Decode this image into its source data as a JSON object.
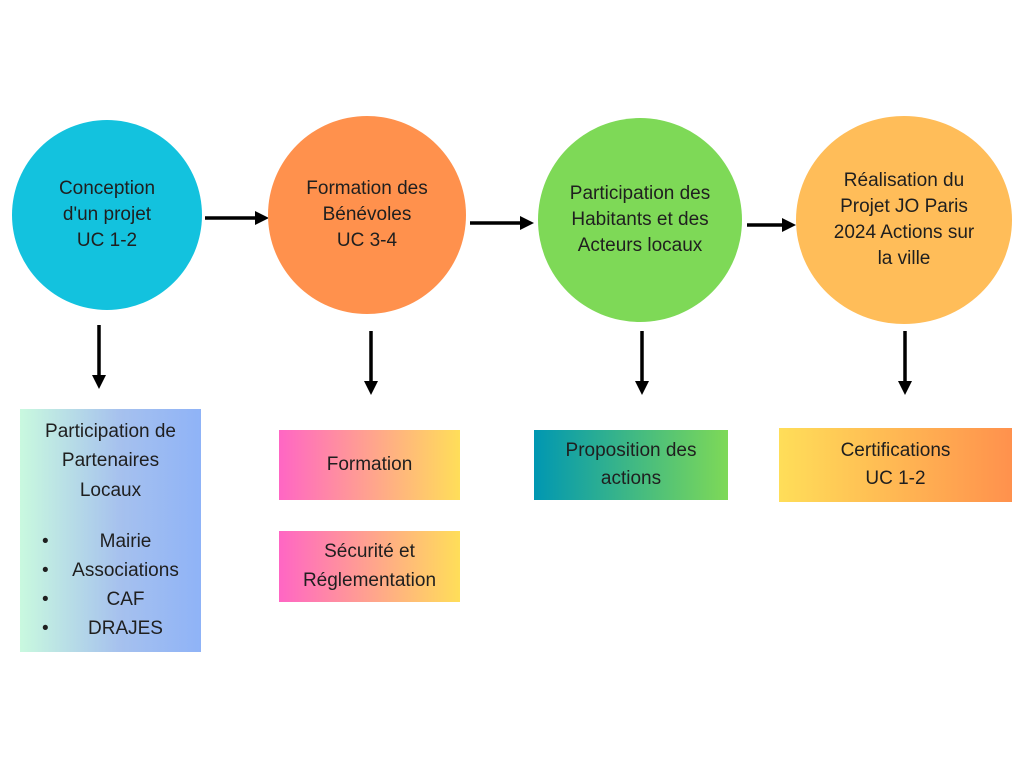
{
  "colors": {
    "circle_1": "#13C2DE",
    "circle_2": "#FF914D",
    "circle_3": "#7ED957",
    "circle_4": "#FFBD59",
    "arrow": "#000000"
  },
  "steps": [
    {
      "label": "Conception\nd'un projet\nUC 1-2"
    },
    {
      "label": "Formation des\nBénévoles \nUC 3-4"
    },
    {
      "label": "Participation des\nHabitants et des\nActeurs locaux"
    },
    {
      "label": "Réalisation du\nProjet JO Paris\n2024 Actions sur\nla ville"
    }
  ],
  "boxes": {
    "partners": {
      "title": "Participation de\nPartenaires\nLocaux",
      "items": [
        "Mairie",
        "Associations",
        "CAF",
        "DRAJES"
      ]
    },
    "formation": "Formation",
    "securite": "Sécurité et\nRéglementation",
    "proposition": "Proposition des\nactions",
    "certifications": "Certifications\nUC 1-2"
  }
}
